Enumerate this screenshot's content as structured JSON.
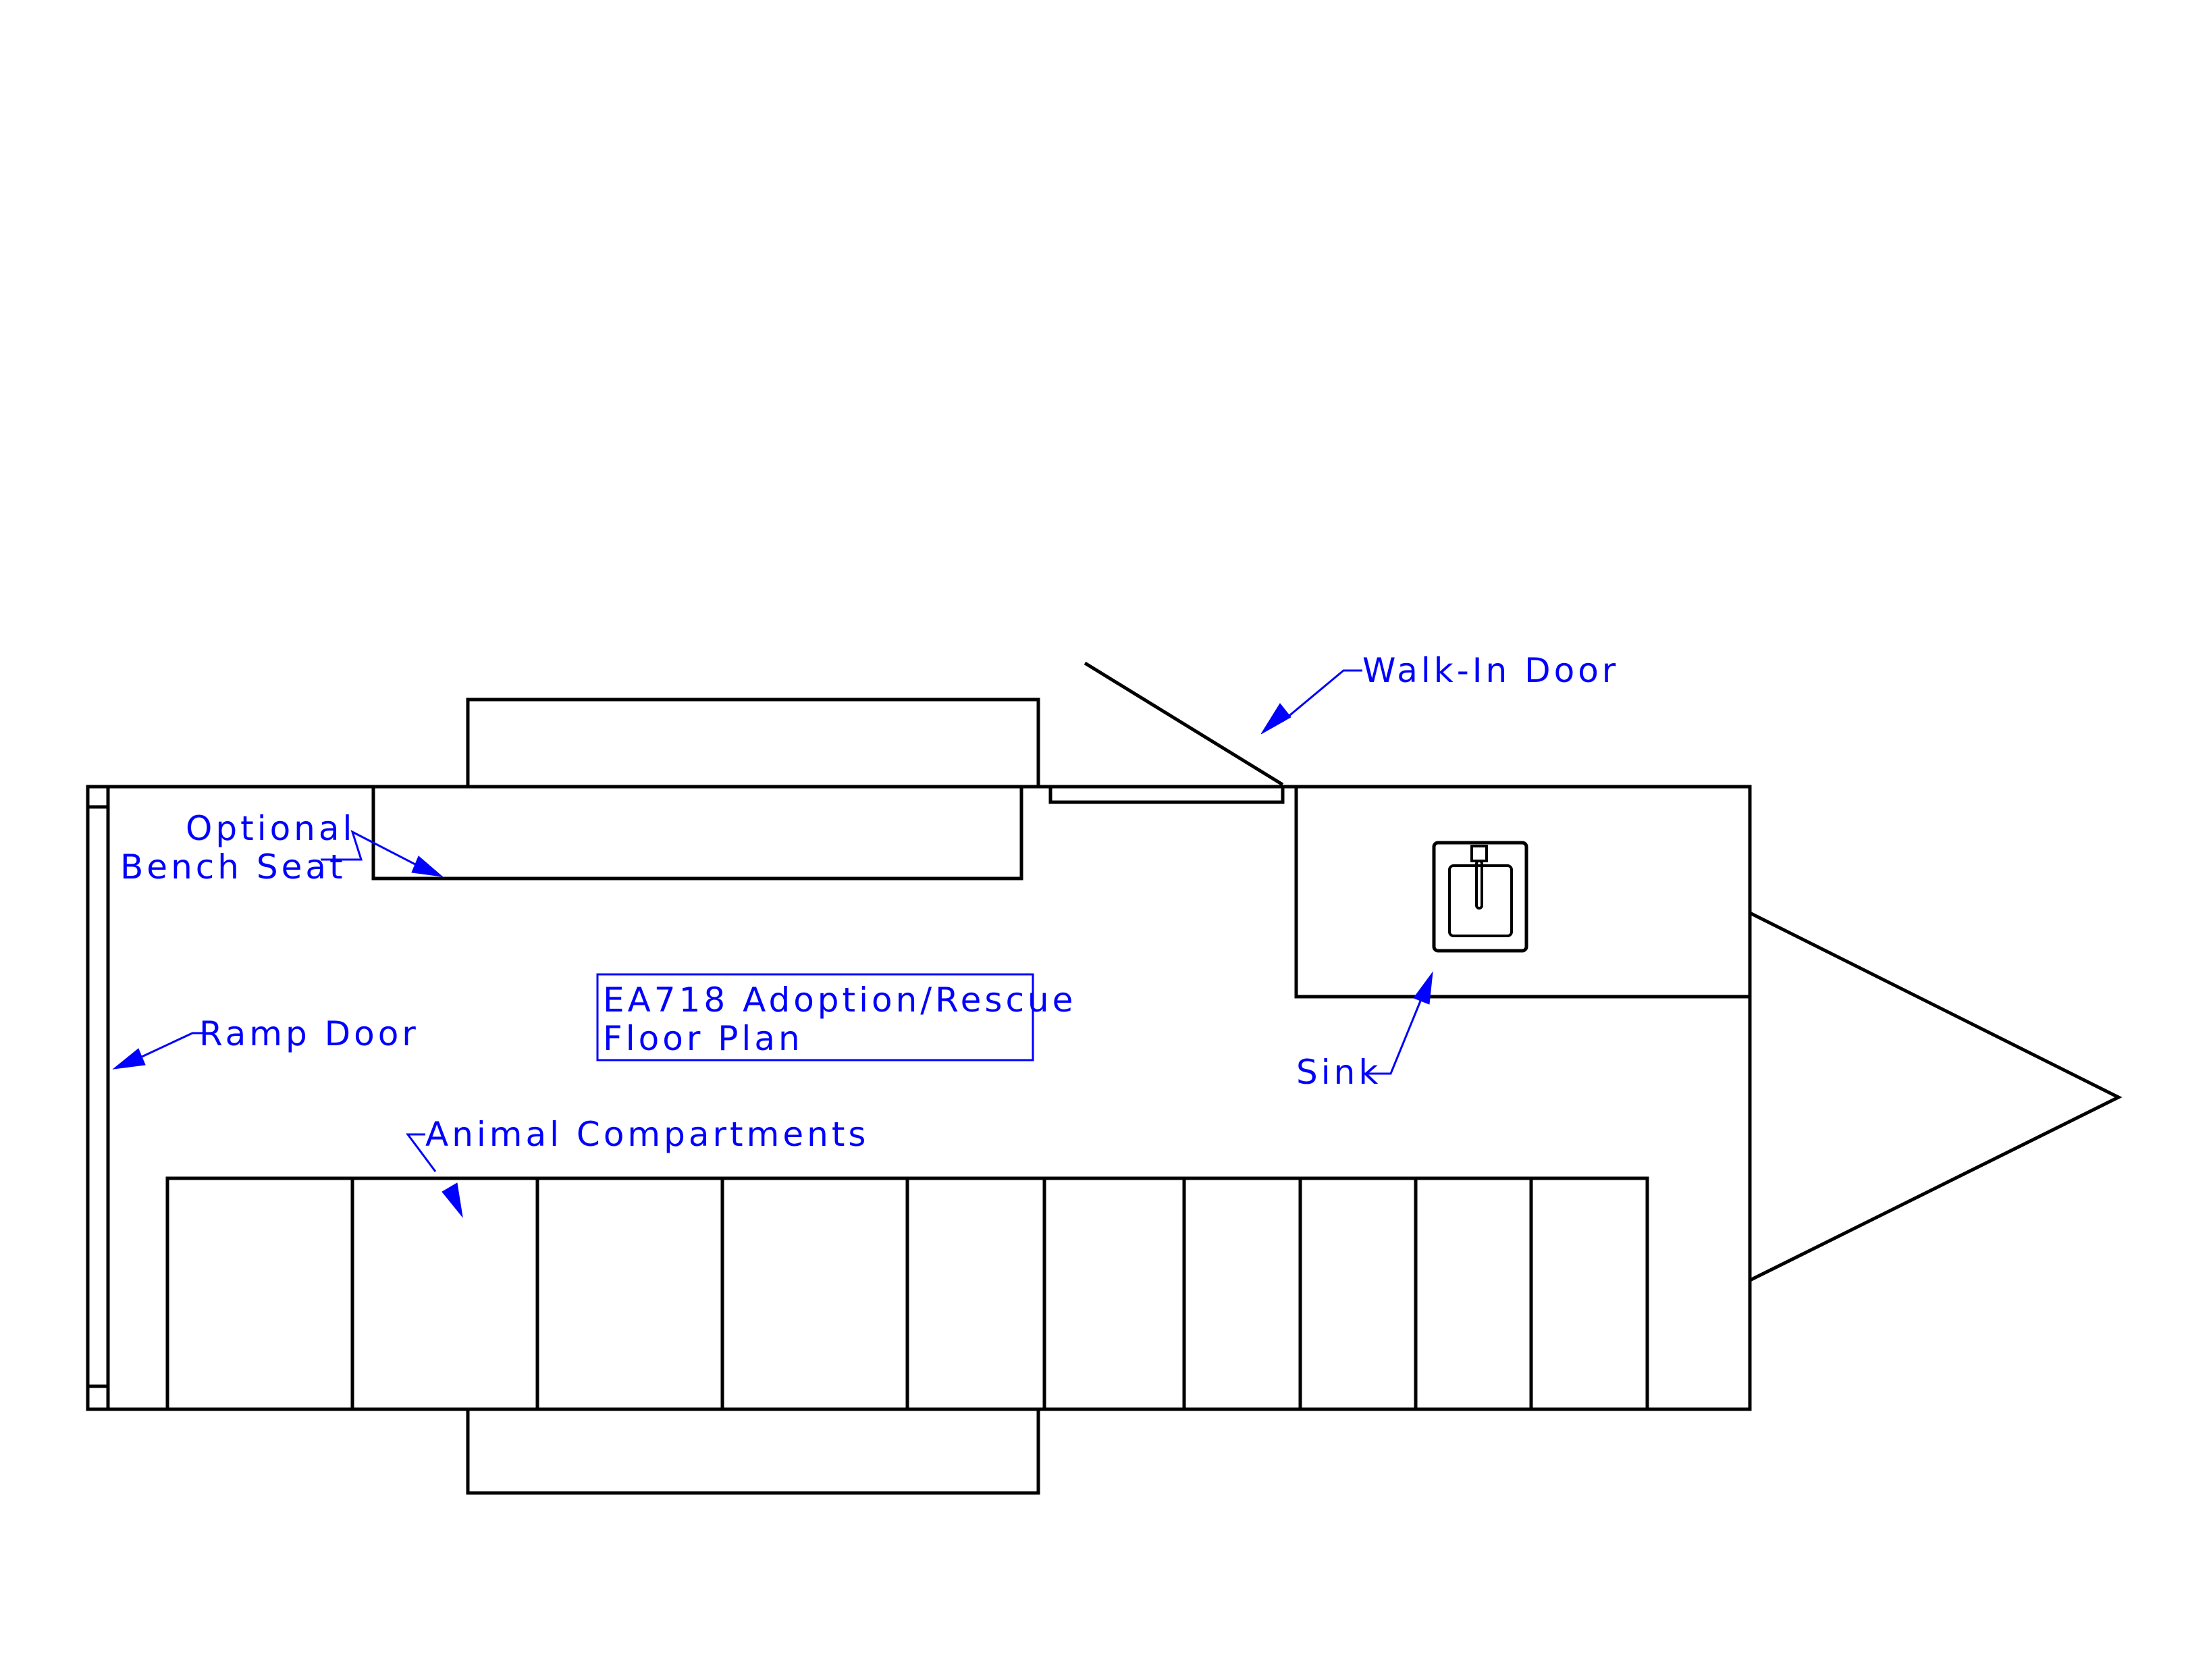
{
  "title": {
    "line1": "EA718 Adoption/Rescue",
    "line2": "Floor Plan"
  },
  "labels": {
    "walk_in_door": "Walk-In Door",
    "optional_bench_line1": "Optional",
    "optional_bench_line2": "Bench Seat",
    "ramp_door": "Ramp Door",
    "sink": "Sink",
    "animal_compartments": "Animal Compartments"
  },
  "colors": {
    "drawing_lines": "#000000",
    "annotations": "#0000ff",
    "background": "#ffffff"
  }
}
